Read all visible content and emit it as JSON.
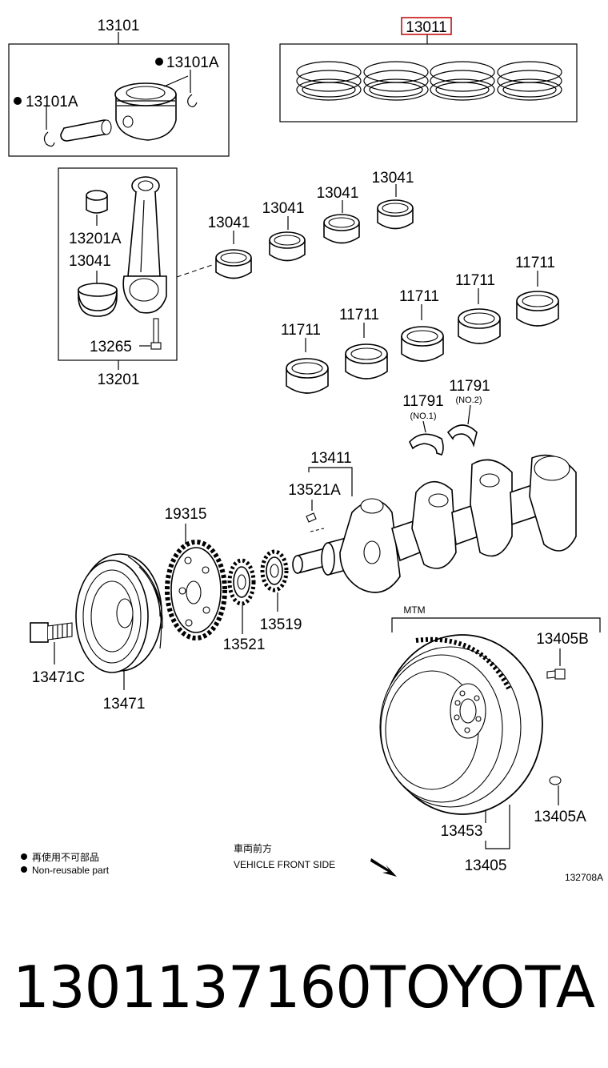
{
  "labels": {
    "piston_group": "13101",
    "snap_ring_right": "13101A",
    "snap_ring_left": "13101A",
    "ring_set": "13011",
    "bushing": "13201A",
    "rod_bearing_inside": "13041",
    "rod_bolt": "13265",
    "rod_group": "13201",
    "rod_bearing_1": "13041",
    "rod_bearing_2": "13041",
    "rod_bearing_3": "13041",
    "rod_bearing_4": "13041",
    "main_bearing_1": "11711",
    "main_bearing_2": "11711",
    "main_bearing_3": "11711",
    "main_bearing_4": "11711",
    "main_bearing_5": "11711",
    "thrust_washer_1": "11791",
    "thrust_washer_1_note": "(NO.1)",
    "thrust_washer_2": "11791",
    "thrust_washer_2_note": "(NO.2)",
    "crankshaft": "13411",
    "key": "13521A",
    "gear_large": "19315",
    "gear_small_1": "13521",
    "gear_small_2": "13519",
    "pulley": "13471",
    "pulley_bolt": "13471C",
    "mtm": "MTM",
    "flywheel_bolt": "13405B",
    "flywheel_pin": "13405A",
    "ring_gear": "13453",
    "flywheel": "13405",
    "figure_number": "132708A"
  },
  "legend": {
    "nonreusable_jp": "再使用不可部品",
    "nonreusable_en": "Non-reusable part",
    "front_jp": "車両前方",
    "front_en": "VEHICLE FRONT SIDE"
  },
  "footer": {
    "part_number": "1301137160",
    "brand": "TOYOTA"
  },
  "colors": {
    "highlight": "#c00000",
    "ink": "#000000",
    "background": "#ffffff"
  },
  "highlighted_label": "13011"
}
